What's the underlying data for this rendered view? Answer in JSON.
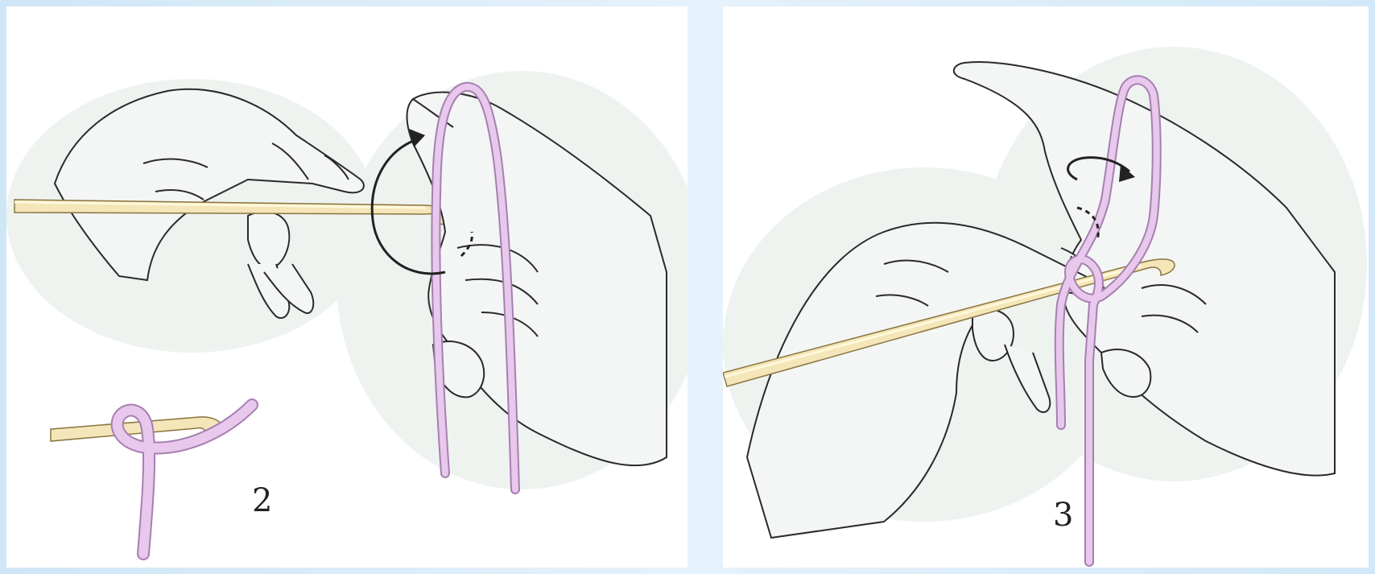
{
  "illustrations": [
    {
      "step_number": "2"
    },
    {
      "step_number": "3"
    }
  ],
  "colors": {
    "background": "#d6ebf9",
    "panel": "#ffffff",
    "skin": "#f3f6f4",
    "outline": "#2a2a2a",
    "hook": "#f4e6b8",
    "hook_edge": "#8a7440",
    "yarn": "#e8c8ec",
    "yarn_edge": "#a77fb0",
    "arrow": "#222222"
  },
  "icons": {
    "rotation_arrow_step2": "curved-arrow-clockwise",
    "rotation_arrow_step3": "curved-arrow-clockwise"
  }
}
